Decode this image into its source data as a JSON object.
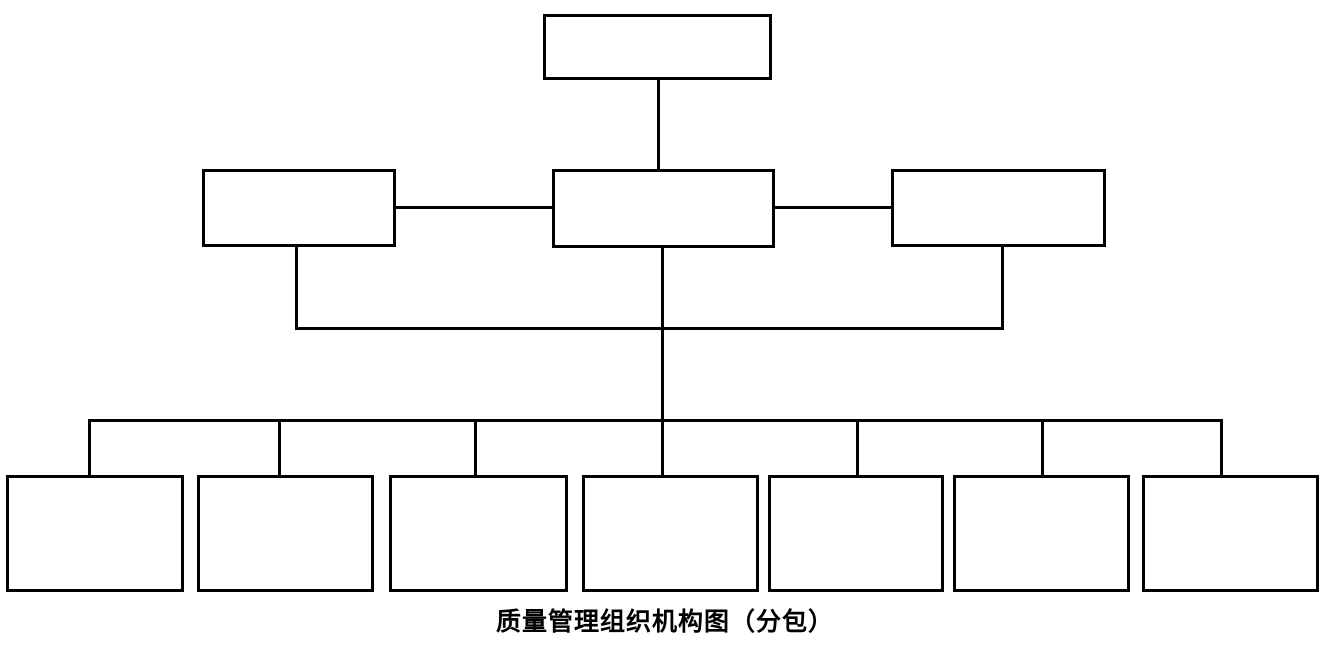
{
  "diagram": {
    "type": "org-chart",
    "caption": "质量管理组织机构图（分包）",
    "colors": {
      "line": "#000000",
      "background": "#ffffff",
      "node_fill": "#ffffff"
    },
    "nodes": {
      "top": {
        "label": ""
      },
      "middle": [
        {
          "label": ""
        },
        {
          "label": ""
        },
        {
          "label": ""
        }
      ],
      "bottom": [
        {
          "label": ""
        },
        {
          "label": ""
        },
        {
          "label": ""
        },
        {
          "label": ""
        },
        {
          "label": ""
        },
        {
          "label": ""
        },
        {
          "label": ""
        }
      ]
    },
    "structure_note": "1 top node connected to middle-center node; middle-left and middle-right nodes connected horizontally to middle-center and joined by a lower bus; a second bus fans out to 7 bottom nodes"
  }
}
